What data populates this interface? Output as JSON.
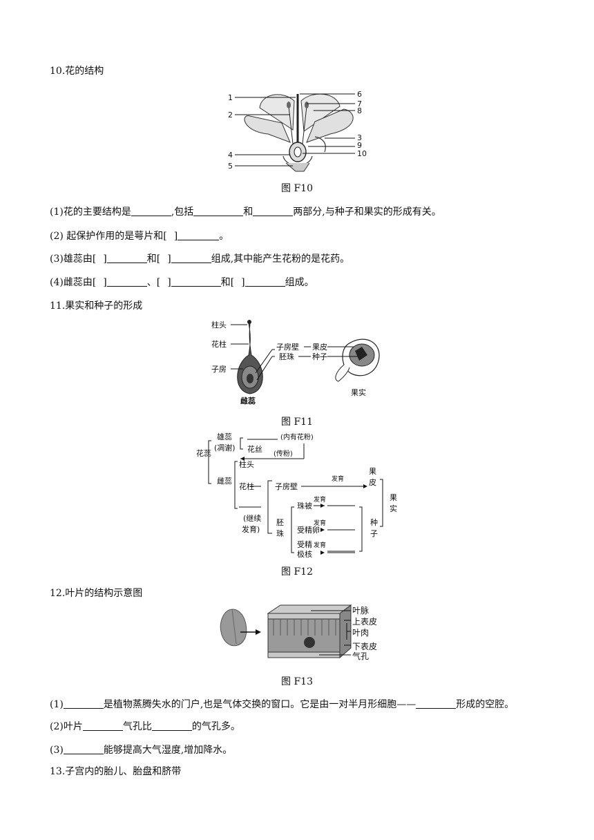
{
  "q10": {
    "title": "10.花的结构",
    "fig_labels": [
      "1",
      "2",
      "3",
      "4",
      "5",
      "6",
      "7",
      "8",
      "9",
      "10"
    ],
    "caption": "图 F10",
    "l1": {
      "a": "(1)花的主要结构是",
      "b": ",包括",
      "c": "和",
      "d": "两部分,与种子和果实的形成有关。"
    },
    "l2": {
      "a": "(2)  起保护作用的是萼片和[",
      "b": "]",
      "c": "。"
    },
    "l3": {
      "a": "(3)雄蕊由[",
      "b": "]",
      "c": "和[",
      "d": "]",
      "e": "组成,其中能产生花粉的是花药。"
    },
    "l4": {
      "a": "(4)雌蕊由[",
      "b": "]",
      "c": "、[",
      "d": "]",
      "e": "和[",
      "f": "]",
      "g": "组成。"
    }
  },
  "q11": {
    "title": "11.果实和种子的形成",
    "fig": {
      "stigma": "柱头",
      "style": "花柱",
      "ovary": "子房",
      "pistil": "雌蕊",
      "ovary_wall": "子房壁",
      "ovule": "胚珠",
      "pericarp": "果皮",
      "seed": "种子",
      "fruit": "果实"
    },
    "caption": "图 F11"
  },
  "q12fig": {
    "flower": "花蕊",
    "stamen": "雄蕊",
    "wither": "(凋谢)",
    "pollen": "(内有花粉)",
    "filament": "花丝",
    "pollination": "(传粉)",
    "pistil": "雌蕊",
    "stigma": "柱头",
    "style": "花柱",
    "continue1": "(继续",
    "continue2": "发育)",
    "ovary_wall": "子房壁",
    "develop": "发育",
    "pericarp1": "果",
    "pericarp2": "皮",
    "ovule1": "胚",
    "ovule2": "珠",
    "integument": "珠被",
    "fert_egg": "受精卵",
    "fert_polar1": "受精",
    "fert_polar2": "极核",
    "seed1": "种",
    "seed2": "子",
    "fruit1": "果",
    "fruit2": "实",
    "caption": "图 F12"
  },
  "q12": {
    "title": "12.叶片的结构示意图",
    "fig": {
      "vein": "叶脉",
      "upper": "上表皮",
      "mesophyll": "叶肉",
      "lower": "下表皮",
      "stoma": "气孔"
    },
    "caption": "图 F13",
    "l1": {
      "a": "(1)",
      "b": "是植物蒸腾失水的门户,也是气体交换的窗口。它是由一对半月形细胞——",
      "c": "形成的空腔。"
    },
    "l2": {
      "a": "(2)叶片",
      "b": "气孔比",
      "c": "的气孔多。"
    },
    "l3": {
      "a": "(3)",
      "b": "能够提高大气湿度,增加降水。"
    }
  },
  "q13": {
    "title": "13.子宫内的胎儿、胎盘和脐带"
  }
}
